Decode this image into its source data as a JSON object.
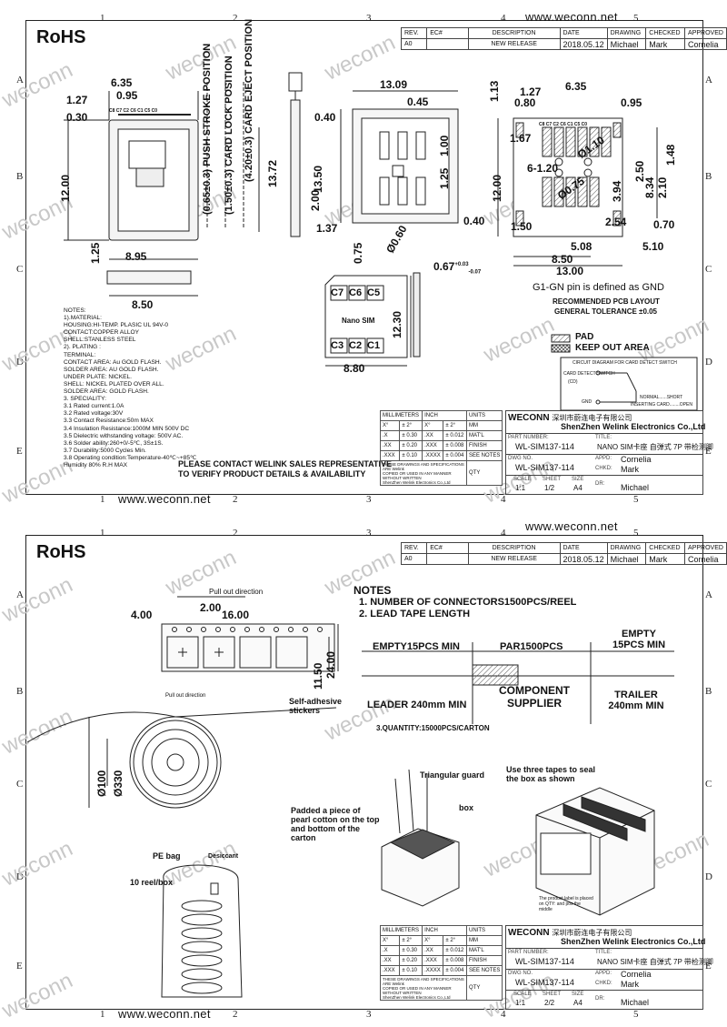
{
  "header": {
    "rohs": "RoHS",
    "website": "www.weconn.net",
    "watermark": "weconn"
  },
  "zones": {
    "cols": [
      "1",
      "2",
      "3",
      "4",
      "5"
    ],
    "rows": [
      "A",
      "B",
      "C",
      "D",
      "E"
    ]
  },
  "revision_table": {
    "headers": [
      "REV.",
      "EC#",
      "DESCRIPTION",
      "DATE",
      "DRAWING",
      "CHECKED",
      "APPROVED"
    ],
    "row": [
      "A0",
      "",
      "NEW RELEASE",
      "2018.05.12",
      "Michael",
      "Mark",
      "Cornelia"
    ]
  },
  "sheet1": {
    "side_view": {
      "d_635": "6.35",
      "d_127": "1.27",
      "d_095": "0.95",
      "d_030": "0.30",
      "pins": "C8 C7 C2 C6 C1 C5 C0",
      "d_1200": "12.00",
      "d_125": "1.25",
      "d_895": "8.95",
      "d_850": "8.50",
      "push_stroke": "(0.65±0.3) PUSH STROKE POSITION",
      "card_lock": "(1.50±0.3) CARD LOCK POSITION",
      "card_eject": "(4.20±0.3) CARD EJECT POSITION",
      "d_1372": "13.72"
    },
    "top_view": {
      "d_040a": "0.40",
      "d_1309": "13.09",
      "d_045": "0.45",
      "d_1350": "13.50",
      "d_200": "2.00",
      "d_100": "1.00",
      "d_125b": "1.25",
      "d_137": "1.37",
      "d_075": "0.75",
      "d_060": "Ø0.60",
      "d_040b": "0.40"
    },
    "pcb_layout": {
      "d_113": "1.13",
      "d_127": "1.27",
      "d_635": "6.35",
      "d_080": "0.80",
      "d_095": "0.95",
      "pins": "C8 C7 C2 C6 C1 C5 C0",
      "d_167": "1.67",
      "d_phi110": "Ø1.10",
      "d_148": "1.48",
      "d_1200": "12.00",
      "d_6120": "6-1.20",
      "d_250": "2.50",
      "d_834": "8.34",
      "d_210": "2.10",
      "d_phi075": "Ø0.75",
      "d_394": "3.94",
      "d_150": "1.50",
      "d_254": "2.54",
      "d_070": "0.70",
      "d_508": "5.08",
      "d_510": "5.10",
      "d_850": "8.50",
      "d_1300": "13.00",
      "gnd_note": "G1-GN pin is defined as GND",
      "title": "RECOMMENDED PCB LAYOUT",
      "tolerance": "GENERAL TOLERANCE ±0.05",
      "pad": "PAD",
      "keepout": "KEEP OUT AREA",
      "circuit_title": "CIRCUIT DIAGRAM FOR CARD DETECT SWITCH",
      "cd_switch": "CARD DETECT SWITCH",
      "cd": "(CD)",
      "gnd": "GND",
      "normal": "NORMAL......SHORT",
      "inserting": "INSERTING CARD........OPEN"
    },
    "sim": {
      "c7": "C7",
      "c6": "C6",
      "c5": "C5",
      "c3": "C3",
      "c2": "C2",
      "c1": "C1",
      "label": "Nano SIM",
      "d_1230": "12.30",
      "d_880": "8.80",
      "d_067": "0.67",
      "tol_up": "+0.03",
      "tol_dn": "-0.07"
    },
    "notes": [
      "NOTES:",
      "1).MATERIAL:",
      "  HOUSING:HI-TEMP. PLASIC UL 94V-0",
      "  CONTACT:COPPER ALLOY",
      "  SHELL:STANLESS STEEL",
      "2). PLATING :",
      "  TERMINAL:",
      "    CONTACT AREA: Au GOLD FLASH.",
      "    SOLDER AREA: AU GOLD FLASH.",
      "    UNDER PLATE: NICKEL.",
      "  SHELL: NICKEL PLATED OVER ALL.",
      "    SOLDER AREA: GOLD FLASH.",
      "3. SPECIALITY:",
      "3.1 Rated current:1.0A",
      "3.2 Rated voltage:30V",
      "3.3 Contact Resistance:50m  MAX",
      "3.4 Insulation Resistance:1000M   MIN 500V DC",
      "3.5 Dielectric withstanding voltage: 500V AC.",
      "3.6 Solder ability:260+0/-5℃,  3S±1S.",
      "3.7 Durability:5000 Cycles Min.",
      "3.8 Operating condition:Temperature-40℃~+85℃",
      "          Humidity 80% R.H MAX"
    ],
    "contact": [
      "PLEASE CONTACT WELINK SALES REPRESENTATIVE",
      "TO VERIFY PRODUCT DETAILS & AVAILABILITY"
    ]
  },
  "title_block": {
    "company_en": "WECONN",
    "company_cn": "深圳市蔚连电子有限公司",
    "company_full": "ShenZhen Welink Electronics Co.,Ltd",
    "part_number_label": "PART NUMBER:",
    "part_number": "WL-SIM137-114",
    "title_label": "TITLE:",
    "title": "NANO SIM卡座 自弹式 7P 带检测脚",
    "dwg_label": "DWG NO.",
    "dwg_no": "WL-SIM137-114",
    "appd_label": "APPD:",
    "appd": "Cornelia",
    "chkd_label": "CHKD:",
    "chkd": "Mark",
    "dr_label": "DR:",
    "dr": "Michael",
    "scale_label": "SCALE",
    "sheet_label": "SHEET",
    "size_label": "SIZE",
    "scale": "1:1",
    "size": "A4",
    "sheet1": "1/2",
    "sheet2": "2/2"
  },
  "tolerance_table": {
    "h1": "MILLIMETERS",
    "h2": "INCH",
    "h3": "UNITS",
    "r1": [
      "X°",
      "± 2°",
      "X°",
      "± 2°"
    ],
    "r2": [
      ".X",
      "± 0.30",
      ".XX",
      "± 0.012"
    ],
    "r3": [
      ".XX",
      "± 0.20",
      ".XXX",
      "± 0.008"
    ],
    "r4": [
      ".XXX",
      "± 0.10",
      ".XXXX",
      "± 0.004"
    ],
    "units": "MM",
    "matl": "MAT'L",
    "finish": "FINISH",
    "qty": "QTY",
    "see_notes": "SEE NOTES",
    "legal": [
      "THESE DRAWINGS AND SPECIFICATIONS ARE Welink",
      "COPIED OR USED IN ANY MANNER WITHOUT WRITTEN",
      "ShenZhen Welink Electronics Co.,Ltd"
    ]
  },
  "sheet2": {
    "pull_out_direction": "Pull out direction",
    "d_400": "4.00",
    "d_200": "2.00",
    "d_1600": "16.00",
    "d_1150": "11.50",
    "d_2400": "24.00",
    "pull_out_direction2": "Pull out direction",
    "self_adhesive": "Self-adhesive stickers",
    "d_phi100": "Ø100",
    "d_phi330": "Ø330",
    "notes_title": "NOTES",
    "note1": "1. NUMBER OF CONNECTORS1500PCS/REEL",
    "note2": "2. LEAD TAPE LENGTH",
    "empty15": "EMPTY15PCS MIN",
    "par1500": "PAR1500PCS",
    "empty15b": "EMPTY 15PCS MIN",
    "leader": "LEADER 240mm MIN",
    "component": "COMPONENT SUPPLIER",
    "trailer": "TRAILER 240mm MIN",
    "quantity": "3.QUANTITY:15000PCS/CARTON",
    "triangular": "Triangular guard",
    "box": "box",
    "three_tapes": "Use three tapes to seal the box as shown",
    "padded": "Padded a piece of pearl cotton on the top and bottom of the carton",
    "pe_bag": "PE bag",
    "desiccant": "Desiccant",
    "reel_box": "10 reel/box",
    "label_note": "The product label is placed on QTY:  and pos the middle"
  }
}
